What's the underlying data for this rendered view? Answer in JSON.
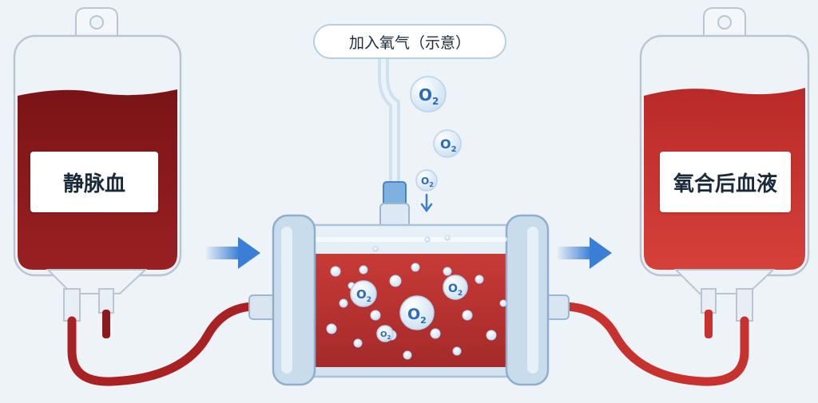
{
  "labels": {
    "venous_blood": "静脉血",
    "oxygenated_blood": "氧合后血液",
    "add_oxygen": "加入氧气（示意）",
    "o2_symbol": "O",
    "o2_subscript": "2"
  },
  "colors": {
    "venous": "#8a1a1c",
    "oxygenated": "#c8322e",
    "tube": "#a82224",
    "arrow": "#3a7fd5",
    "bubble_text": "#2d6bb5"
  }
}
